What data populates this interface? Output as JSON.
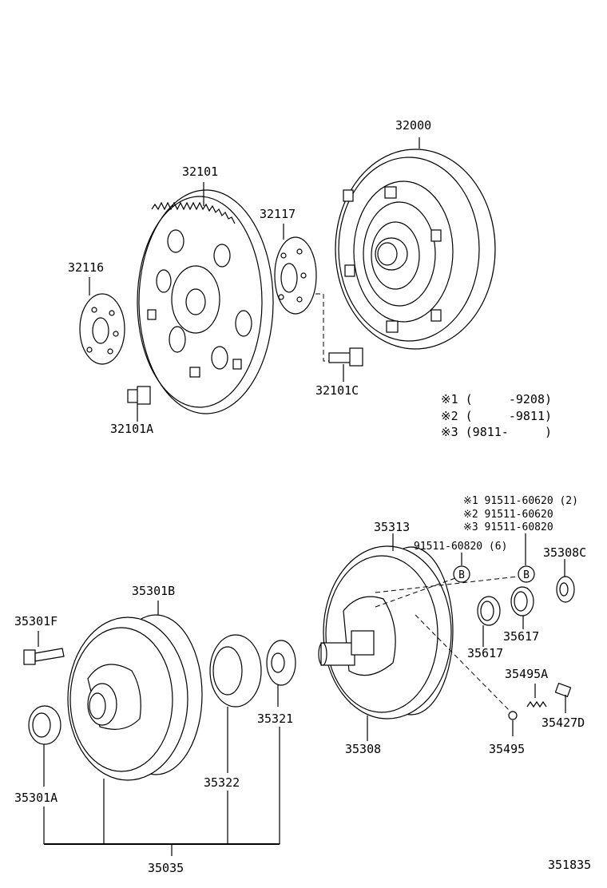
{
  "parts": {
    "p32000": "32000",
    "p32101": "32101",
    "p32117": "32117",
    "p32116": "32116",
    "p32101C": "32101C",
    "p32101A": "32101A",
    "p35313": "35313",
    "p35301B": "35301B",
    "p35301F": "35301F",
    "p35308C": "35308C",
    "p35617a": "35617",
    "p35617b": "35617",
    "p35495A": "35495A",
    "p35427D": "35427D",
    "p35321": "35321",
    "p35308": "35308",
    "p35495": "35495",
    "p35322": "35322",
    "p35301A": "35301A",
    "p35035": "35035",
    "bolt_b": "91511-60820 (6)"
  },
  "notes": [
    "※1 (     -9208)",
    "※2 (     -9811)",
    "※3 (9811-     )"
  ],
  "bolt_notes": [
    "※1 91511-60620 (2)",
    "※2 91511-60620",
    "※3 91511-60820"
  ],
  "callout_letter": "B",
  "diagram_id": "351835"
}
